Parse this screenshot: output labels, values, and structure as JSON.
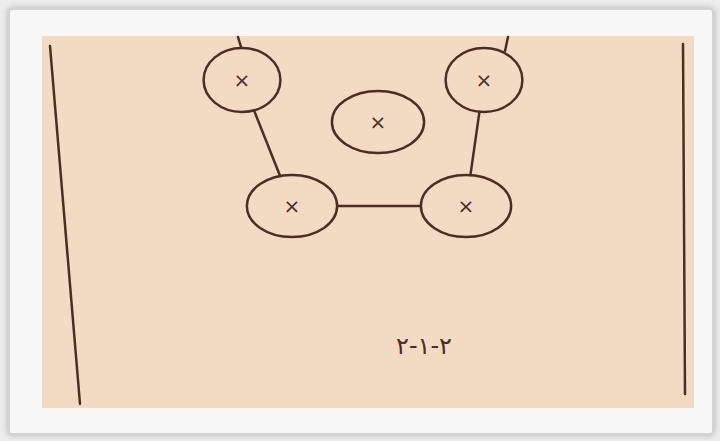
{
  "diagram": {
    "nodes": [
      {
        "text": [
          "×"
        ]
      },
      {
        "text": [
          "×"
        ]
      },
      {
        "text": [
          "×"
        ]
      },
      {
        "text": [
          "×"
        ]
      },
      {
        "text": [
          "×"
        ]
      }
    ],
    "edges": [
      {
        "from": 0,
        "to": 3,
        "arrow": "none"
      },
      {
        "from": 3,
        "to": 4,
        "arrow": "none"
      },
      {
        "from": 4,
        "to": 1,
        "arrow": "none"
      }
    ],
    "labels": [
      "٢-١-٢"
    ]
  }
}
